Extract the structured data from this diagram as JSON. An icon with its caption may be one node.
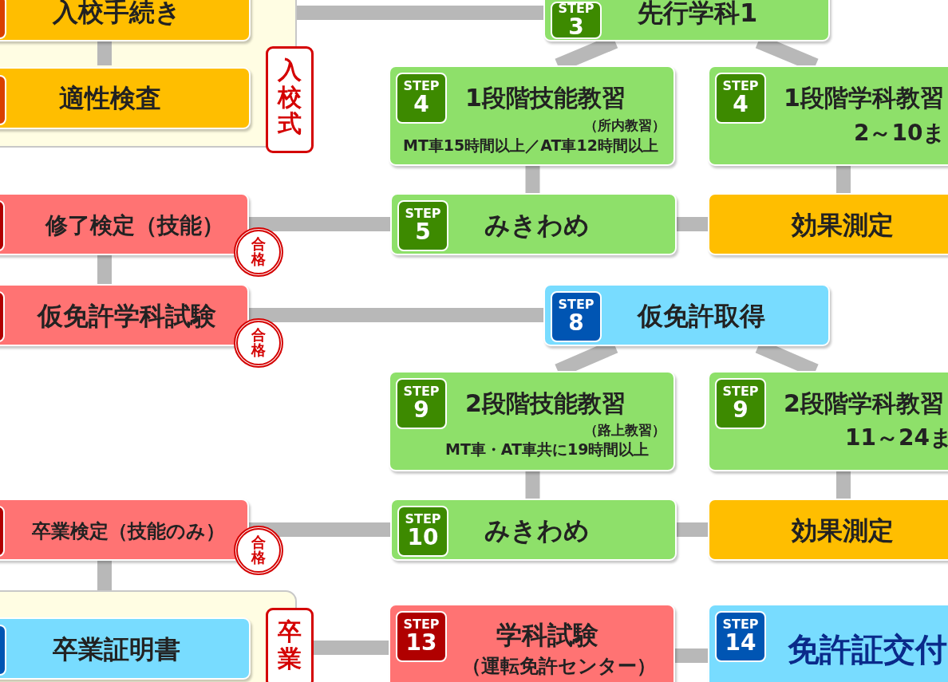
{
  "diagram": {
    "nodes": [
      {
        "text": [],
        "shape": "box"
      },
      {
        "text": [
          "入校手続き"
        ],
        "in": 0
      },
      {
        "text": [
          "適性検査"
        ],
        "in": 0
      },
      {
        "text": [
          "入校式"
        ]
      },
      {
        "text": [
          "STEP",
          "3",
          "先行学科1"
        ]
      },
      {
        "text": [
          "STEP",
          "4",
          "1段階技能教習",
          "（所内教習）",
          "MT車15時間以上／AT車12時間以上"
        ]
      },
      {
        "text": [
          "STEP",
          "4",
          "1段階学科教習",
          "2～10ま"
        ]
      },
      {
        "text": [
          "修了検定（技能）"
        ],
        "beside": [
          "合格"
        ]
      },
      {
        "text": [
          "STEP",
          "5",
          "みきわめ"
        ]
      },
      {
        "text": [
          "効果測定"
        ]
      },
      {
        "text": [
          "仮免許学科試験"
        ],
        "beside": [
          "合格"
        ]
      },
      {
        "text": [
          "STEP",
          "8",
          "仮免許取得"
        ]
      },
      {
        "text": [
          "STEP",
          "9",
          "2段階技能教習",
          "（路上教習）",
          "MT車・AT車共に19時間以上"
        ]
      },
      {
        "text": [
          "STEP",
          "9",
          "2段階学科教習",
          "11～24ま"
        ]
      },
      {
        "text": [
          "卒業検定（技能のみ）"
        ],
        "beside": [
          "合格"
        ]
      },
      {
        "text": [
          "STEP",
          "10",
          "みきわめ"
        ]
      },
      {
        "text": [
          "効果測定"
        ]
      },
      {
        "text": [],
        "shape": "box"
      },
      {
        "text": [
          "卒業証明書"
        ],
        "in": 17
      },
      {
        "text": [
          "卒業"
        ]
      },
      {
        "text": [
          "STEP",
          "13",
          "学科試験",
          "（運転免許センター）"
        ]
      },
      {
        "text": [
          "STEP",
          "14",
          "免許証交付"
        ]
      }
    ],
    "edges": [
      {
        "from": 0,
        "to": 4,
        "arrow": "none"
      },
      {
        "from": 1,
        "to": 2,
        "arrow": "none"
      },
      {
        "from": 4,
        "to": 5,
        "arrow": "none"
      },
      {
        "from": 4,
        "to": 6,
        "arrow": "none"
      },
      {
        "from": 5,
        "to": 8,
        "arrow": "none"
      },
      {
        "from": 6,
        "to": 9,
        "arrow": "none"
      },
      {
        "from": 7,
        "to": 8,
        "arrow": "none"
      },
      {
        "from": 8,
        "to": 9,
        "arrow": "none"
      },
      {
        "from": 7,
        "to": 10,
        "arrow": "none"
      },
      {
        "from": 10,
        "to": 11,
        "arrow": "none"
      },
      {
        "from": 11,
        "to": 12,
        "arrow": "none"
      },
      {
        "from": 11,
        "to": 13,
        "arrow": "none"
      },
      {
        "from": 12,
        "to": 15,
        "arrow": "none"
      },
      {
        "from": 13,
        "to": 16,
        "arrow": "none"
      },
      {
        "from": 14,
        "to": 15,
        "arrow": "none"
      },
      {
        "from": 15,
        "to": 16,
        "arrow": "none"
      },
      {
        "from": 14,
        "to": 17,
        "arrow": "none"
      },
      {
        "from": 19,
        "to": 20,
        "arrow": "none"
      },
      {
        "from": 20,
        "to": 21,
        "arrow": "none"
      }
    ]
  }
}
